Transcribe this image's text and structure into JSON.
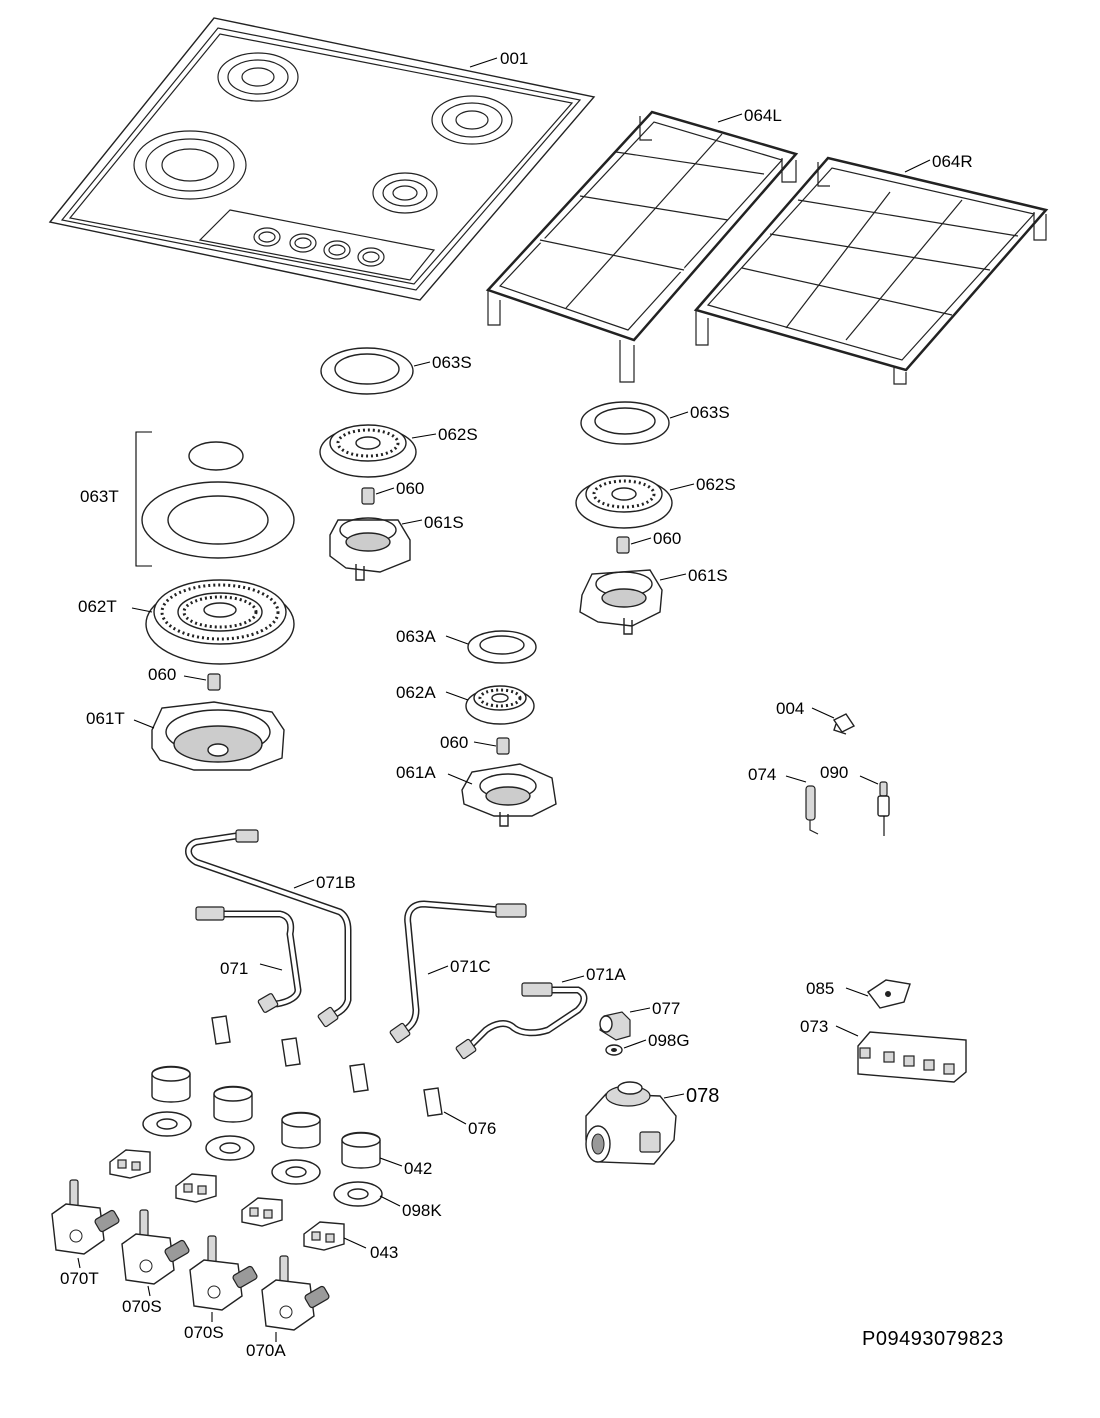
{
  "drawing_number": "P09493079823",
  "labels": {
    "hob_top": "001",
    "grid_left": "064L",
    "grid_right": "064R",
    "cap_s1": "063S",
    "head_s1": "062S",
    "injector_s1": "060",
    "cup_s1": "061S",
    "cap_s2": "063S",
    "head_s2": "062S",
    "injector_s2": "060",
    "cup_s2": "061S",
    "cap_t": "063T",
    "head_t": "062T",
    "injector_t": "060",
    "cup_t": "061T",
    "cap_a": "063A",
    "head_a": "062A",
    "injector_a": "060",
    "cup_a": "061A",
    "clip": "004",
    "electrode": "074",
    "thermocouple": "090",
    "pipe_b": "071B",
    "pipe": "071",
    "pipe_c": "071C",
    "pipe_a": "071A",
    "elbow": "077",
    "seal_g": "098G",
    "regulator": "078",
    "holder": "085",
    "ignition_unit": "073",
    "bracket": "076",
    "knob": "042",
    "seal_k": "098K",
    "switch": "043",
    "valve_t": "070T",
    "valve_s1": "070S",
    "valve_s2": "070S",
    "valve_a": "070A"
  }
}
